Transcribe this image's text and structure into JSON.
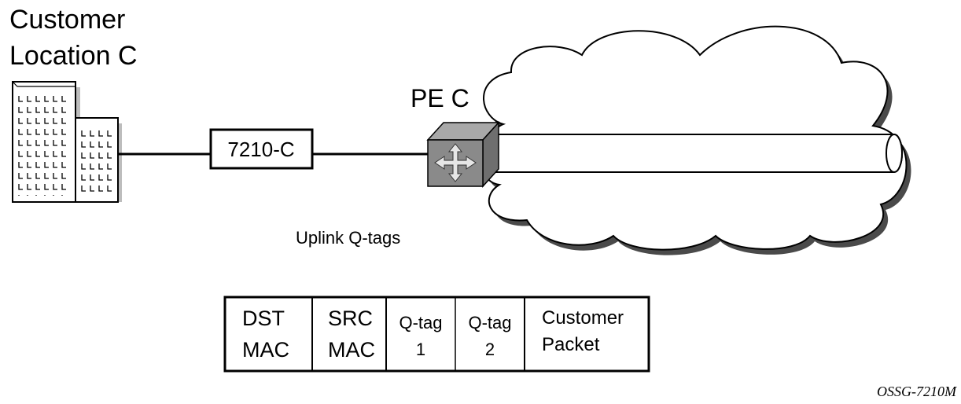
{
  "site": {
    "title_line1": "Customer",
    "title_line2": "Location C"
  },
  "device": {
    "label": "7210-C"
  },
  "pe": {
    "label": "PE C"
  },
  "uplink": {
    "label": "Uplink Q-tags"
  },
  "frame": {
    "fields": [
      {
        "line1": "DST",
        "line2": "MAC"
      },
      {
        "line1": "SRC",
        "line2": "MAC"
      },
      {
        "line1": "Q-tag",
        "line2": "1"
      },
      {
        "line1": "Q-tag",
        "line2": "2"
      },
      {
        "line1": "Customer",
        "line2": "Packet"
      }
    ]
  },
  "figure_id": "OSSG-7210M",
  "colors": {
    "router_face": "#8a8a8a",
    "router_side": "#6f6f6f",
    "router_top": "#a8a8a8",
    "cloud_shadow": "#4a4a4a"
  },
  "icons": {
    "building": "office-building-icon",
    "router": "router-arrows-icon",
    "cloud": "network-cloud-icon"
  }
}
